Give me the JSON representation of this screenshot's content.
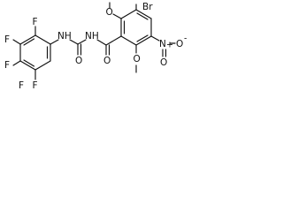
{
  "molecule": {
    "labels": {
      "f_top": "F",
      "f_left_upper": "F",
      "f_left_middle": "F",
      "f_left_lower": "F",
      "f_bottom": "F",
      "amine_nh": "NH",
      "urea_o": "O",
      "imide_nh": "NH",
      "amide_o": "O",
      "ome_top_o": "O",
      "ome_bottom_o": "O",
      "br": "Br",
      "nitro_n": "N",
      "nitro_plus": "+",
      "nitro_o_right": "O",
      "nitro_o_minus": "-",
      "nitro_o_bottom": "O"
    }
  }
}
